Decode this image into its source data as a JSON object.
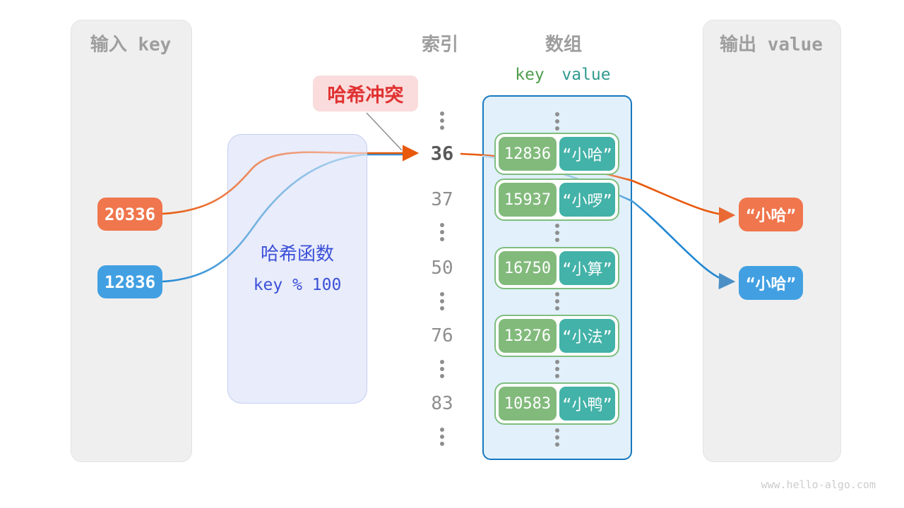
{
  "colors": {
    "orange": "#F0764D",
    "blue": "#42A0E2",
    "green_key": "#82BA7C",
    "teal_value": "#43B2A8",
    "collision_red": "#E03131",
    "collision_bg": "#FADCDC",
    "hash_indigo": "#3B50D9",
    "array_border_blue": "#1878BE",
    "line_orange": "#E8590C",
    "line_blue": "#2B8FD6",
    "panel_gray": "#EFEFEF"
  },
  "input_panel": {
    "title": "输入 key",
    "keys": [
      {
        "label": "20336"
      },
      {
        "label": "12836"
      }
    ]
  },
  "hash_box": {
    "title": "哈希函数",
    "formula": "key % 100"
  },
  "collision_label": {
    "text": "哈希冲突"
  },
  "index_column": {
    "title": "索引",
    "items": [
      "36",
      "37",
      "50",
      "76",
      "83"
    ],
    "highlighted": "36"
  },
  "array_panel": {
    "title": "数组",
    "key_header": "key",
    "value_header": "value",
    "pairs": [
      {
        "key": "12836",
        "value": "“小哈”"
      },
      {
        "key": "15937",
        "value": "“小啰”"
      },
      {
        "key": "16750",
        "value": "“小算”"
      },
      {
        "key": "13276",
        "value": "“小法”"
      },
      {
        "key": "10583",
        "value": "“小鸭”"
      }
    ]
  },
  "output_panel": {
    "title": "输出 value",
    "outputs": [
      {
        "label": "“小哈”"
      },
      {
        "label": "“小哈”"
      }
    ]
  },
  "watermark": "www.hello-algo.com"
}
